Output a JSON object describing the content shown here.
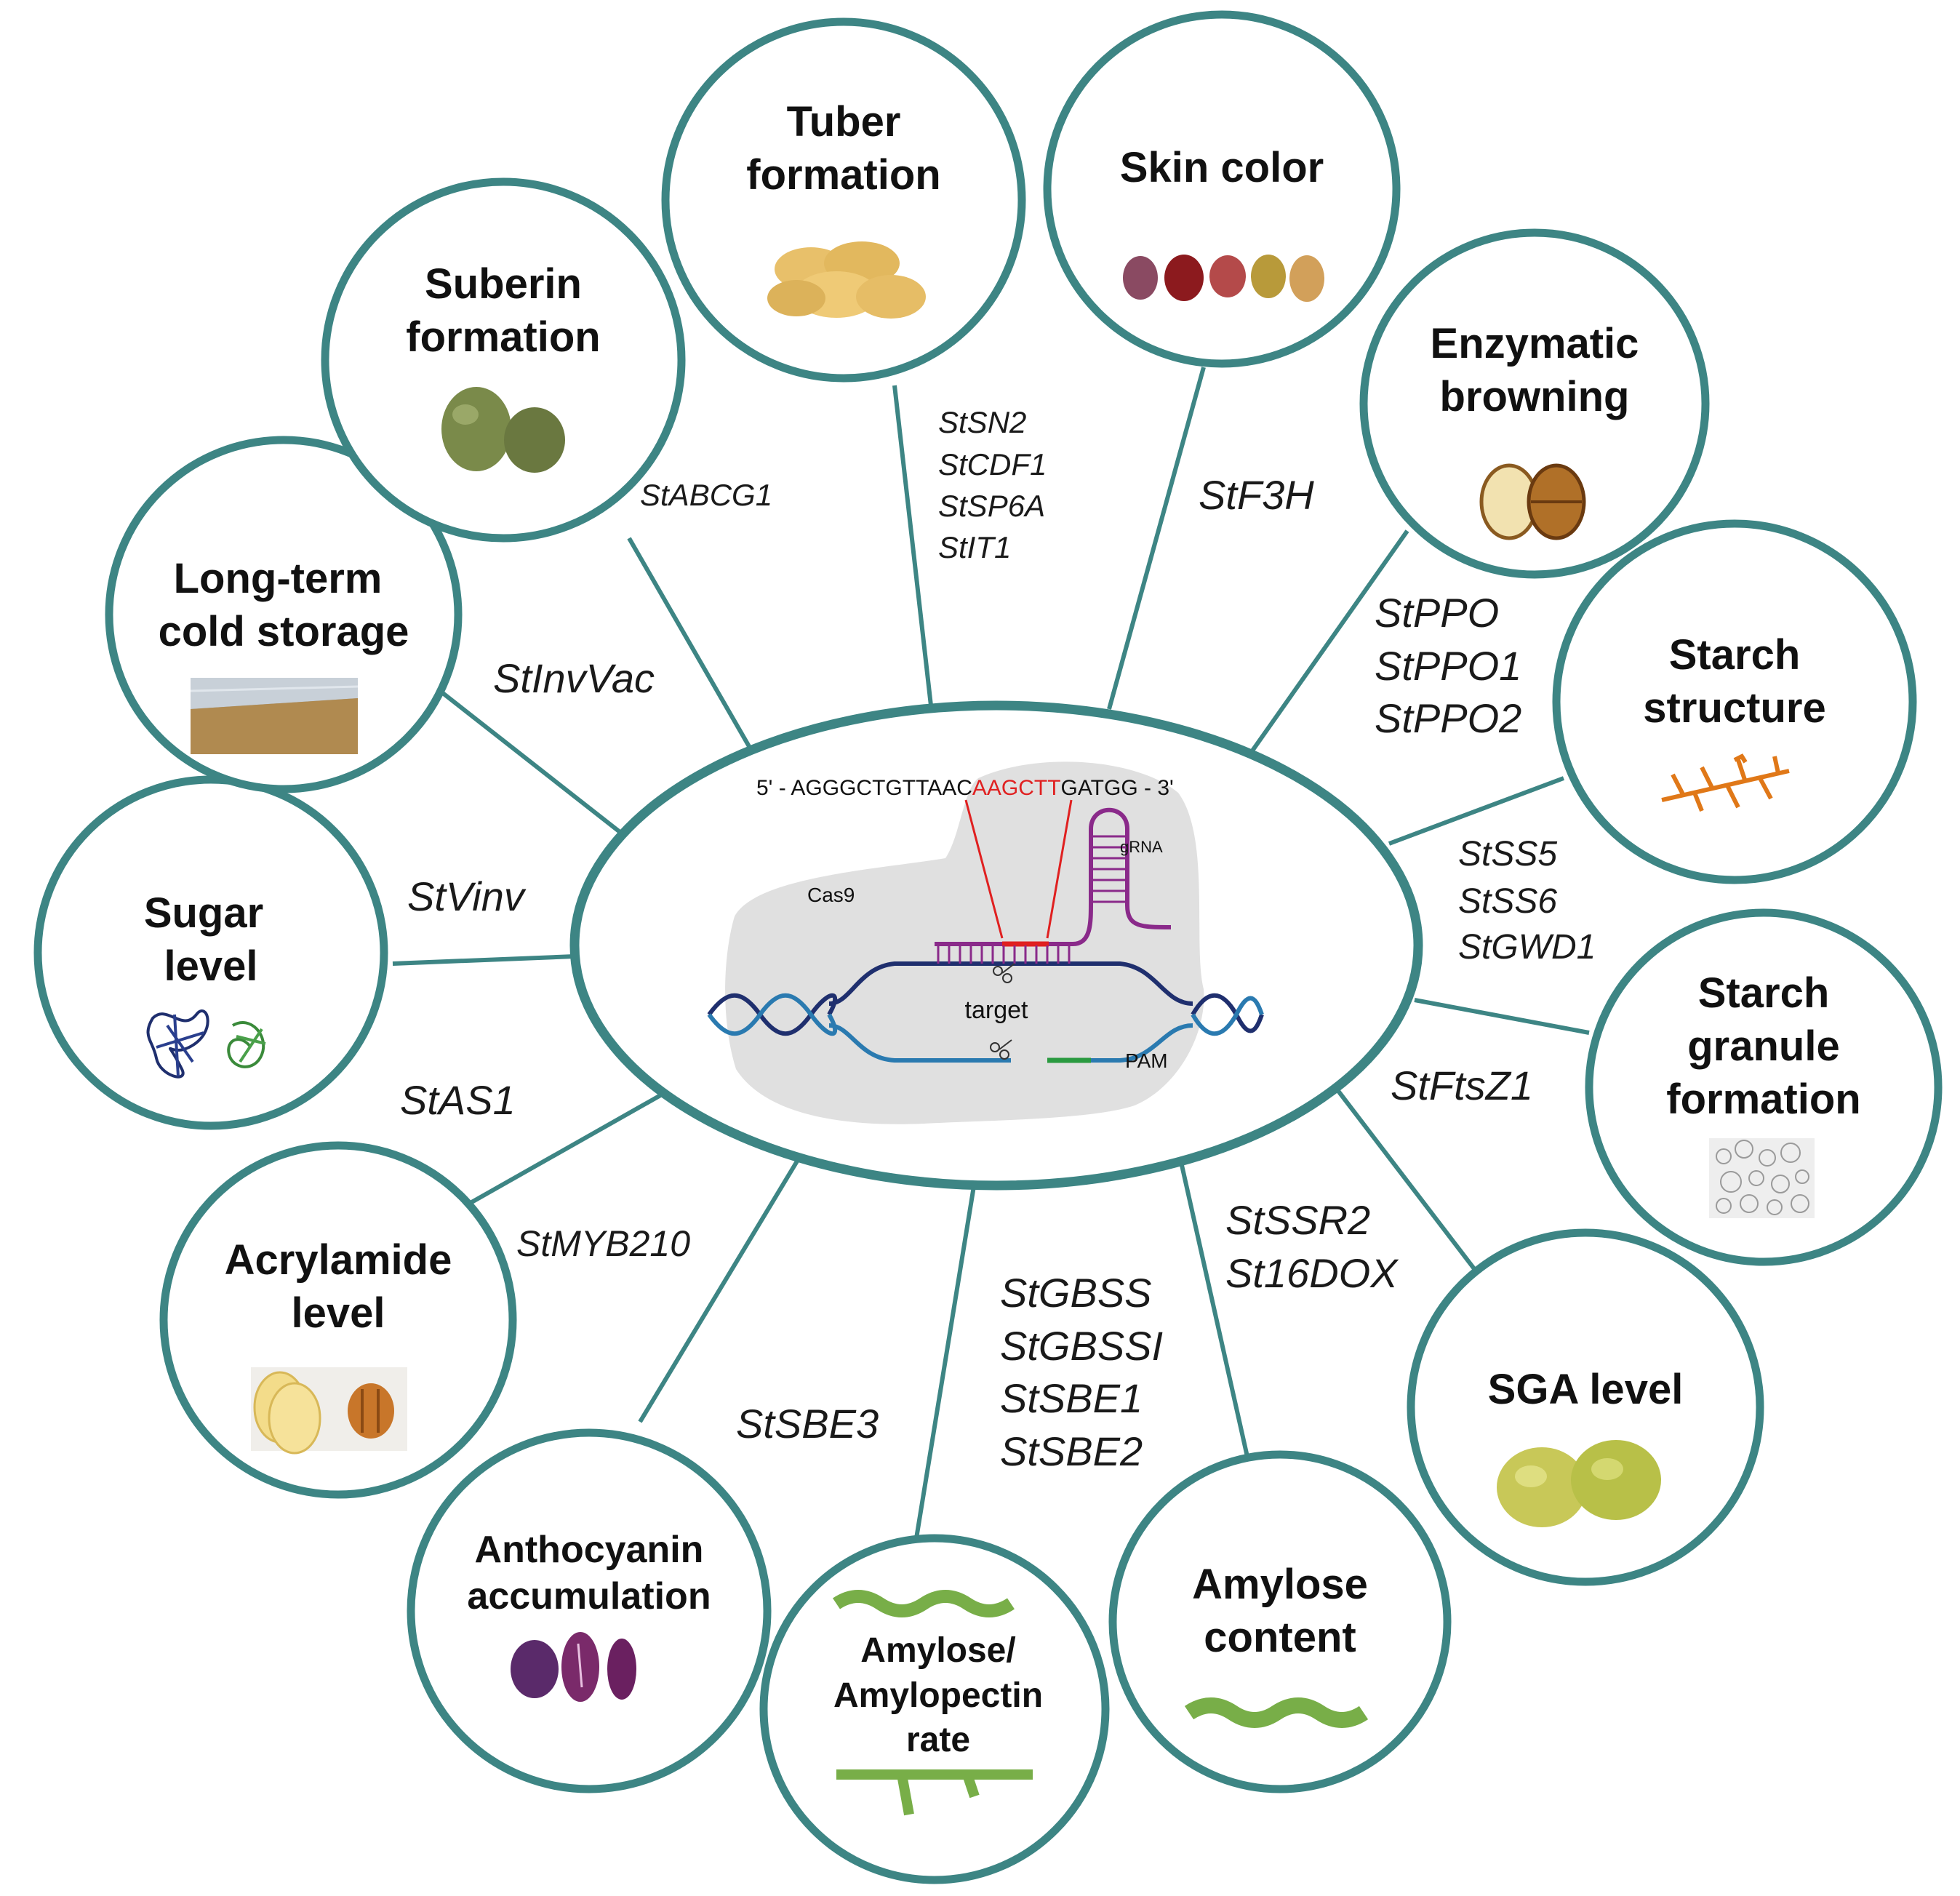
{
  "colors": {
    "teal": "#3d8584",
    "red": "#e02020",
    "purple": "#8a2a8a",
    "navy": "#1f2f6e",
    "blue": "#2a7ab0",
    "green": "#2a9a40",
    "gray": "#e0e0e0"
  },
  "center": {
    "sequence_left": "5' - AGGGCTGTTAAC",
    "sequence_site": "AAGCTT",
    "sequence_right": "GATGG - 3'",
    "grna_label": "gRNA",
    "cas9_label": "Cas9",
    "target_label": "target",
    "pam_label": "PAM"
  },
  "traits": [
    {
      "id": "tuber-formation",
      "title": [
        "Tuber",
        "formation"
      ],
      "genes": [
        "StSN2",
        "StCDF1",
        "StSP6A",
        "StIT1"
      ],
      "icon": "potatoes-icon"
    },
    {
      "id": "skin-color",
      "title": [
        "Skin color"
      ],
      "genes": [
        "StF3H"
      ],
      "icon": "colored-potatoes-icon"
    },
    {
      "id": "enzymatic-browning",
      "title": [
        "Enzymatic",
        "browning"
      ],
      "genes": [
        "StPPO",
        "StPPO1",
        "StPPO2"
      ],
      "icon": "browned-potato-icon"
    },
    {
      "id": "starch-structure",
      "title": [
        "Starch",
        "structure"
      ],
      "genes": [
        "StSS5",
        "StSS6",
        "StGWD1"
      ],
      "icon": "branched-starch-icon"
    },
    {
      "id": "starch-granule-formation",
      "title": [
        "Starch",
        "granule",
        "formation"
      ],
      "genes": [
        "StFtsZ1"
      ],
      "icon": "starch-granules-icon"
    },
    {
      "id": "sga-level",
      "title": [
        "SGA level"
      ],
      "genes": [
        "StSSR2",
        "St16DOX"
      ],
      "icon": "green-potatoes-icon"
    },
    {
      "id": "amylose-content",
      "title": [
        "Amylose",
        "content"
      ],
      "genes": [
        "StGBSS",
        "StGBSSI",
        "StSBE1",
        "StSBE2"
      ],
      "icon": "amylose-helix-icon"
    },
    {
      "id": "amylose-amylopectin-rate",
      "title": [
        "Amylose/",
        "Amylopectin",
        "rate"
      ],
      "genes": [
        "StSBE3"
      ],
      "icon": "amylopectin-icon"
    },
    {
      "id": "anthocyanin-accumulation",
      "title": [
        "Anthocyanin",
        "accumulation"
      ],
      "genes": [
        "StMYB210"
      ],
      "icon": "purple-potatoes-icon"
    },
    {
      "id": "acrylamide-level",
      "title": [
        "Acrylamide",
        "level"
      ],
      "genes": [
        "StAS1"
      ],
      "icon": "fried-potato-icon"
    },
    {
      "id": "sugar-level",
      "title": [
        "Sugar",
        "level"
      ],
      "genes": [
        "StVinv"
      ],
      "icon": "protein-structure-icon"
    },
    {
      "id": "long-term-cold-storage",
      "title": [
        "Long-term",
        "cold storage"
      ],
      "genes": [
        "StInvVac"
      ],
      "icon": "storage-warehouse-icon"
    },
    {
      "id": "suberin-formation",
      "title": [
        "Suberin",
        "formation"
      ],
      "genes": [
        "StABCG1"
      ],
      "icon": "russet-potatoes-icon"
    }
  ]
}
